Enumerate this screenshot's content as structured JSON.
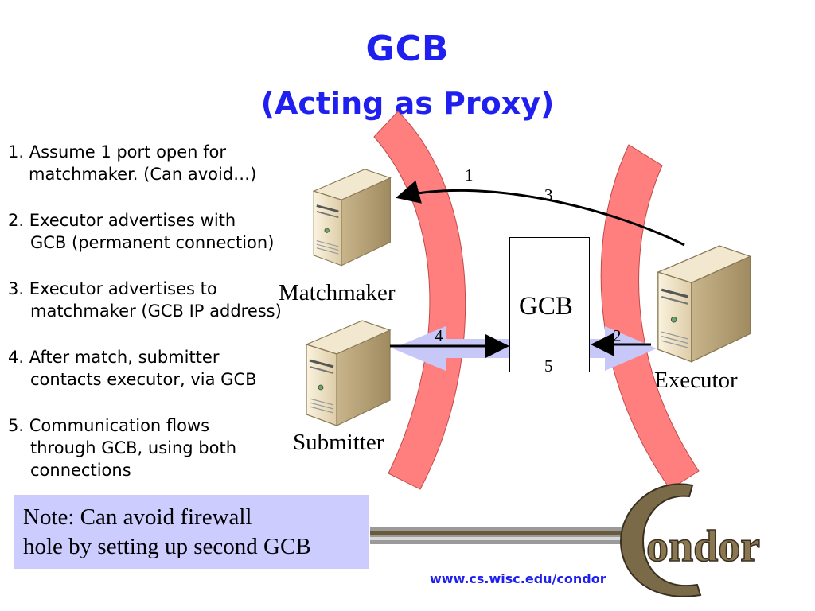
{
  "title": "GCB",
  "subtitle": "(Acting as Proxy)",
  "steps": [
    {
      "line1": "1. Assume 1 port open for",
      "line2": "matchmaker. (Can avoid…)"
    },
    {
      "line1": "2. Executor advertises with",
      "line2": "GCB (permanent connection)"
    },
    {
      "line1": "3. Executor advertises to",
      "line2": "matchmaker (GCB IP address)"
    },
    {
      "line1": "4. After match, submitter",
      "line2": "contacts executor, via GCB"
    },
    {
      "line1": "5. Communication flows",
      "line2": "through GCB, using both",
      "line3": "connections"
    }
  ],
  "nodes": {
    "matchmaker": "Matchmaker",
    "submitter": "Submitter",
    "executor": "Executor",
    "gcb": "GCB"
  },
  "arrow_numbers": [
    "1",
    "3",
    "4",
    "2",
    "5"
  ],
  "note": {
    "line1": "Note: Can avoid firewall",
    "line2": "hole by setting up second GCB"
  },
  "logo_text": "Condor",
  "url": "www.cs.wisc.edu/condor",
  "colors": {
    "title": "#1f1ff0",
    "firewall": "#ff7f7f",
    "note_bg": "#ccccff",
    "arrow_band": "#c8c8f8"
  },
  "icons": [
    "server-icon",
    "firewall-arc",
    "condor-logo"
  ]
}
